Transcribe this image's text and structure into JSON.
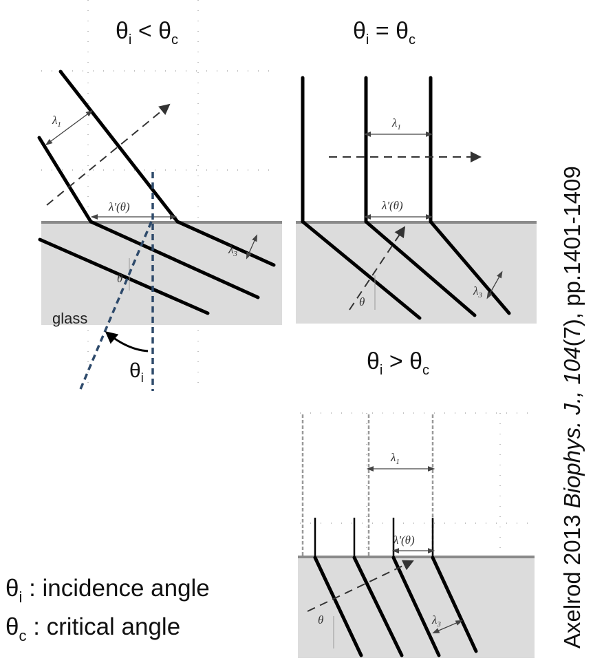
{
  "panels": [
    {
      "title_main": "θ",
      "title_sub_i": "i",
      "title_op": " < θ",
      "title_sub_c": "c",
      "medium_label": "glass",
      "angle_label": "θ",
      "incidence_label": "θ",
      "incidence_sub": "i"
    },
    {
      "title_main": "θ",
      "title_sub_i": "i",
      "title_op": " = θ",
      "title_sub_c": "c",
      "angle_label": "θ"
    },
    {
      "title_main": "θ",
      "title_sub_i": "i",
      "title_op": " > θ",
      "title_sub_c": "c",
      "angle_label": "θ"
    }
  ],
  "labels": {
    "lambda1": "λ",
    "lambda1_sub": "1",
    "lambda_prime": "λ'(θ)",
    "lambda3": "λ",
    "lambda3_sub": "3"
  },
  "legend": [
    {
      "symbol": "θ",
      "sub": "i",
      "text": " : incidence angle"
    },
    {
      "symbol": "θ",
      "sub": "c",
      "text": " : critical angle"
    }
  ],
  "citation": {
    "author_year": "Axelrod 2013 ",
    "journal": "Biophys. J., 104",
    "issue_pages": "(7), pp.1401-1409"
  },
  "colors": {
    "glass": "#dcdcdc",
    "surface": "#8a8a8a",
    "normal_dashed": "#2e4a6b"
  }
}
